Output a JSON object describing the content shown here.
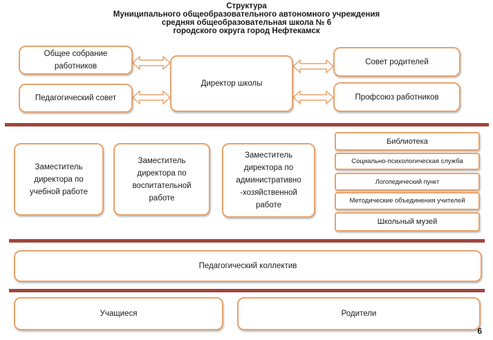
{
  "title": {
    "line1": "Структура",
    "line2": "Муниципального общеобразовательного автономного учреждения",
    "line3": "средняя общеобразовательная школа № 6",
    "line4": "городского округа город  Нефтекамск"
  },
  "top": {
    "general_meeting": "Общее собрание работников",
    "pedagogical_council": "Педагогический совет",
    "director": "Директор школы",
    "parents_council": "Совет родителей",
    "trade_union": "Профсоюз работников"
  },
  "deputies": {
    "academic": "Заместитель директора по учебной работе",
    "educational": "Заместитель директора по воспитательной работе",
    "administrative": "Заместитель директора по административно -хозяйственной работе"
  },
  "services": {
    "library": "Библиотека",
    "psych_service": "Социально-психологическая служба",
    "speech_therapy": "Логопедический пункт",
    "methodical": "Методические объединения учителей",
    "museum": "Школьный музей"
  },
  "staff": "Педагогический коллектив",
  "students": "Учащиеся",
  "parents": "Родители",
  "page_number": "6",
  "colors": {
    "border": "#e8a26b",
    "divider": "#a0453a"
  }
}
